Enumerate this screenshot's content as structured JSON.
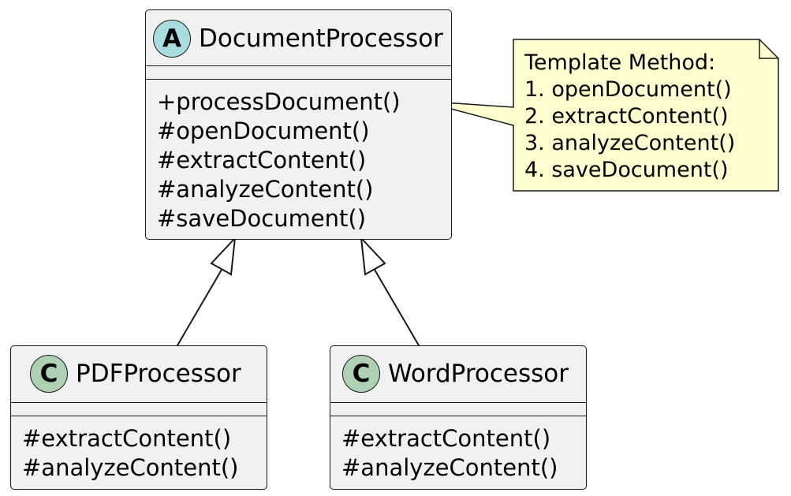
{
  "classes": {
    "document_processor": {
      "stereotype_letter": "A",
      "stereotype_color": "#a9dcdf",
      "name": "DocumentProcessor",
      "methods": [
        "+processDocument()",
        "#openDocument()",
        "#extractContent()",
        "#analyzeContent()",
        "#saveDocument()"
      ]
    },
    "pdf_processor": {
      "stereotype_letter": "C",
      "stereotype_color": "#add1b2",
      "name": "PDFProcessor",
      "methods": [
        "#extractContent()",
        "#analyzeContent()"
      ]
    },
    "word_processor": {
      "stereotype_letter": "C",
      "stereotype_color": "#add1b2",
      "name": "WordProcessor",
      "methods": [
        "#extractContent()",
        "#analyzeContent()"
      ]
    }
  },
  "note": {
    "color": "#fefece",
    "lines": [
      "Template Method:",
      "1. openDocument()",
      "2. extractContent()",
      "3. analyzeContent()",
      "4. saveDocument()"
    ]
  },
  "relations": [
    {
      "type": "inheritance",
      "from": "PDFProcessor",
      "to": "DocumentProcessor"
    },
    {
      "type": "inheritance",
      "from": "WordProcessor",
      "to": "DocumentProcessor"
    }
  ]
}
